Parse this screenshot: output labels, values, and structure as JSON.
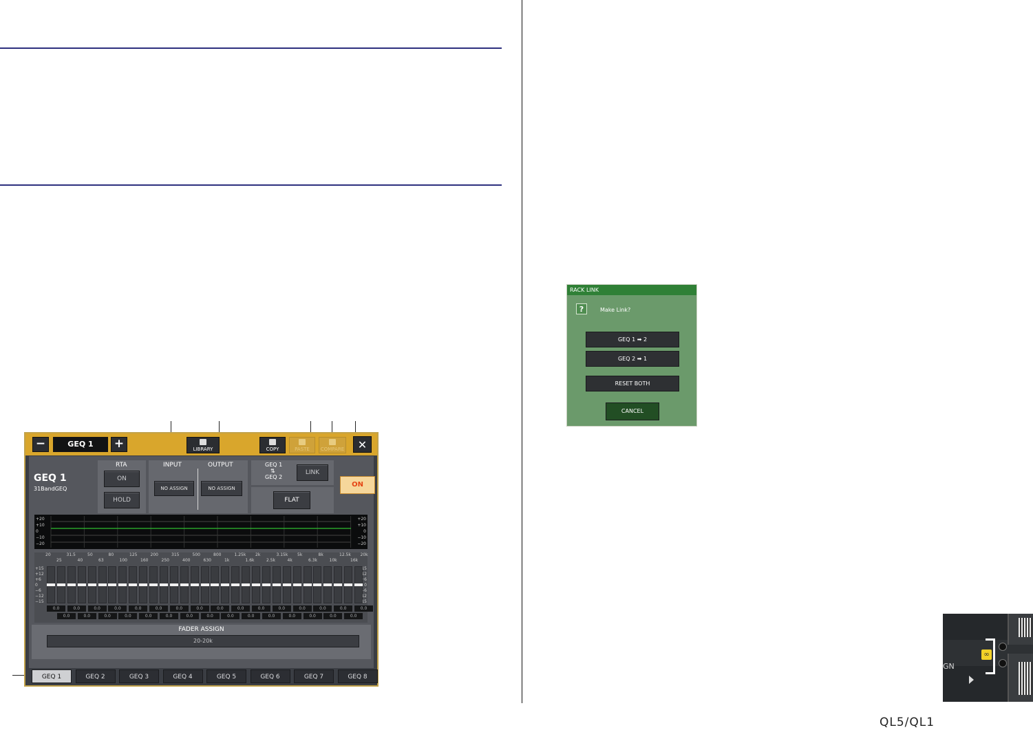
{
  "geq_window": {
    "title_name": "GEQ 1",
    "minus_label": "−",
    "plus_label": "+",
    "library_label": "LIBRARY",
    "copy_label": "COPY",
    "paste_label": "PASTE",
    "compare_label": "COMPARE",
    "close_label": "✕",
    "rack_name": "GEQ 1",
    "rack_type": "31BandGEQ",
    "rta_label": "RTA",
    "rta_on": "ON",
    "rta_hold": "HOLD",
    "input_label": "INPUT",
    "output_label": "OUTPUT",
    "input_assign": "NO ASSIGN",
    "output_assign": "NO ASSIGN",
    "link_pair_top": "GEQ 1",
    "link_pair_bottom": "GEQ 2",
    "link_label": "LINK",
    "flat_label": "FLAT",
    "on_label": "ON",
    "graph_scale_left": [
      "+20",
      "+10",
      "0",
      "−10",
      "−20"
    ],
    "graph_scale_right": [
      "+20",
      "+10",
      "0",
      "−10",
      "−20"
    ],
    "freq_top": [
      "20",
      "31.5",
      "50",
      "80",
      "125",
      "200",
      "315",
      "500",
      "800",
      "1.25k",
      "2k",
      "3.15k",
      "5k",
      "8k",
      "12.5k",
      "20k"
    ],
    "freq_bottom": [
      "25",
      "40",
      "63",
      "100",
      "160",
      "250",
      "400",
      "630",
      "1k",
      "1.6k",
      "2.5k",
      "4k",
      "6.3k",
      "10k",
      "16k"
    ],
    "fader_scale": [
      "+15",
      "+12",
      "+6",
      "0",
      "−6",
      "−12",
      "−15"
    ],
    "fader_values_top": [
      "0.0",
      "0.0",
      "0.0",
      "0.0",
      "0.0",
      "0.0",
      "0.0",
      "0.0",
      "0.0",
      "0.0",
      "0.0",
      "0.0",
      "0.0",
      "0.0",
      "0.0",
      "0.0"
    ],
    "fader_values_bottom": [
      "0.0",
      "0.0",
      "0.0",
      "0.0",
      "0.0",
      "0.0",
      "0.0",
      "0.0",
      "0.0",
      "0.0",
      "0.0",
      "0.0",
      "0.0",
      "0.0",
      "0.0"
    ],
    "fader_assign_label": "FADER ASSIGN",
    "fader_assign_range": "20-20k",
    "tabs": [
      "GEQ 1",
      "GEQ 2",
      "GEQ 3",
      "GEQ 4",
      "GEQ 5",
      "GEQ 6",
      "GEQ 7",
      "GEQ 8"
    ]
  },
  "rack_link_dialog": {
    "title": "RACK LINK",
    "question_icon": "?",
    "prompt": "Make Link?",
    "btn_1_to_2": "GEQ  1 ➡ 2",
    "btn_2_to_1": "GEQ  2 ➡ 1",
    "btn_reset": "RESET BOTH",
    "btn_cancel": "CANCEL"
  },
  "thumbnail": {
    "partial_label": "GN"
  },
  "footer": {
    "brand": "QL5/QL1"
  },
  "colors": {
    "title_bar": "#d9a62c",
    "rule": "#2c2f7e",
    "dialog_green": "#6b9a6b",
    "on_button": "#f6d79b",
    "eq_line": "#2fbf2f"
  }
}
